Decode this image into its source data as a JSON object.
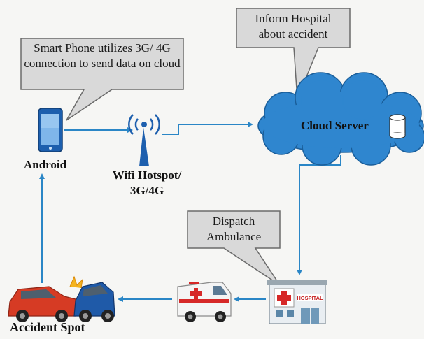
{
  "callouts": {
    "smartphone": "Smart Phone utilizes 3G/ 4G connection to send data on cloud",
    "inform_line1": "Inform Hospital",
    "inform_line2": "about accident",
    "dispatch_line1": "Dispatch",
    "dispatch_line2": "Ambulance"
  },
  "labels": {
    "android": "Android",
    "wifi_line1": "Wifi Hotspot/",
    "wifi_line2": "3G/4G",
    "cloud": "Cloud Server",
    "accident": "Accident Spot",
    "hospital_sign": "HOSPITAL"
  },
  "colors": {
    "arrow": "#2a86c6",
    "cloud": "#2f86cf",
    "callout_fill": "#d9d9d9",
    "callout_border": "#6a6a6a"
  },
  "icons": [
    "android-phone-icon",
    "wifi-tower-icon",
    "cloud-server-icon",
    "database-icon",
    "hospital-icon",
    "ambulance-icon",
    "car-crash-icon"
  ]
}
